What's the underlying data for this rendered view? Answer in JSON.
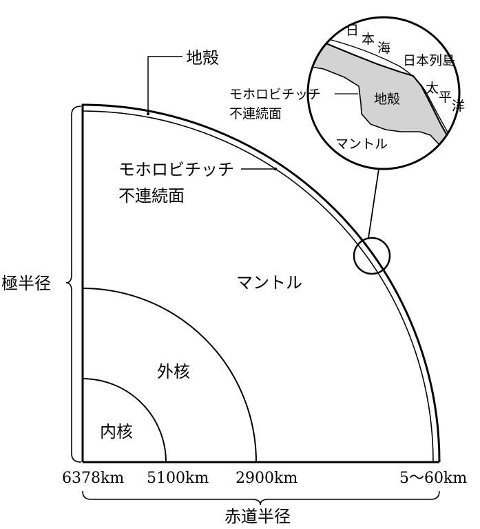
{
  "labels": {
    "crust": "地殻",
    "moho_line1": "モホロビチッチ",
    "moho_line2": "不連続面",
    "mantle": "マントル",
    "outer_core": "外核",
    "inner_core": "内核",
    "polar_radius": "極半径",
    "equatorial_radius": "赤道半径"
  },
  "depths": {
    "center": "6378km",
    "inner_core_boundary": "5100km",
    "core_mantle_boundary": "2900km",
    "crust": "5〜60km"
  },
  "inset": {
    "sea_of_japan_1": "日",
    "sea_of_japan_2": "本",
    "sea_of_japan_3": "海",
    "japan_islands": "日本列島",
    "pacific_1": "太",
    "pacific_2": "平",
    "pacific_3": "洋",
    "moho_line1": "モホロビチッチ",
    "moho_line2": "不連続面",
    "crust": "地殻",
    "mantle": "マントル"
  }
}
